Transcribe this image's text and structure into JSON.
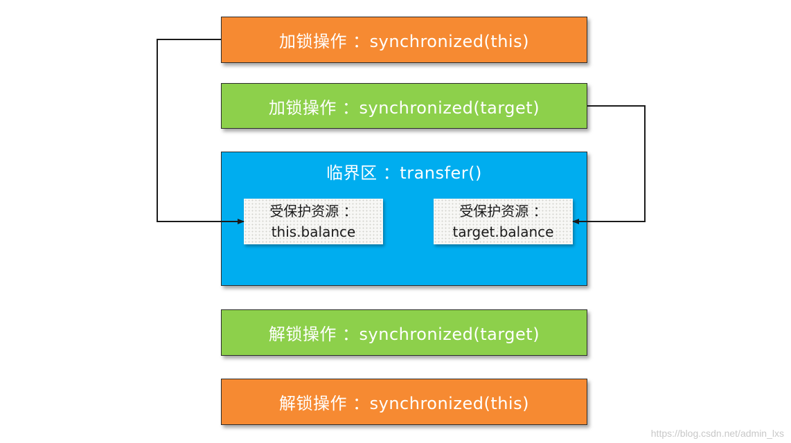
{
  "boxes": {
    "lock_this": "加锁操作 ：synchronized(this)",
    "lock_target": "加锁操作 ：synchronized(target)",
    "critical": "临界区 ：transfer()",
    "unlock_target": "解锁操作 ：synchronized(target)",
    "unlock_this": "解锁操作 ：synchronized(this)"
  },
  "resources": {
    "this": {
      "label": "受保护资源 ：",
      "value": "this.balance"
    },
    "target": {
      "label": "受保护资源 ：",
      "value": "target.balance"
    }
  },
  "watermark": "https://blog.csdn.net/admin_lxs",
  "colors": {
    "orange": "#f68a32",
    "green": "#8dd04b",
    "blue": "#00adef",
    "line": "#1a1a1a"
  }
}
